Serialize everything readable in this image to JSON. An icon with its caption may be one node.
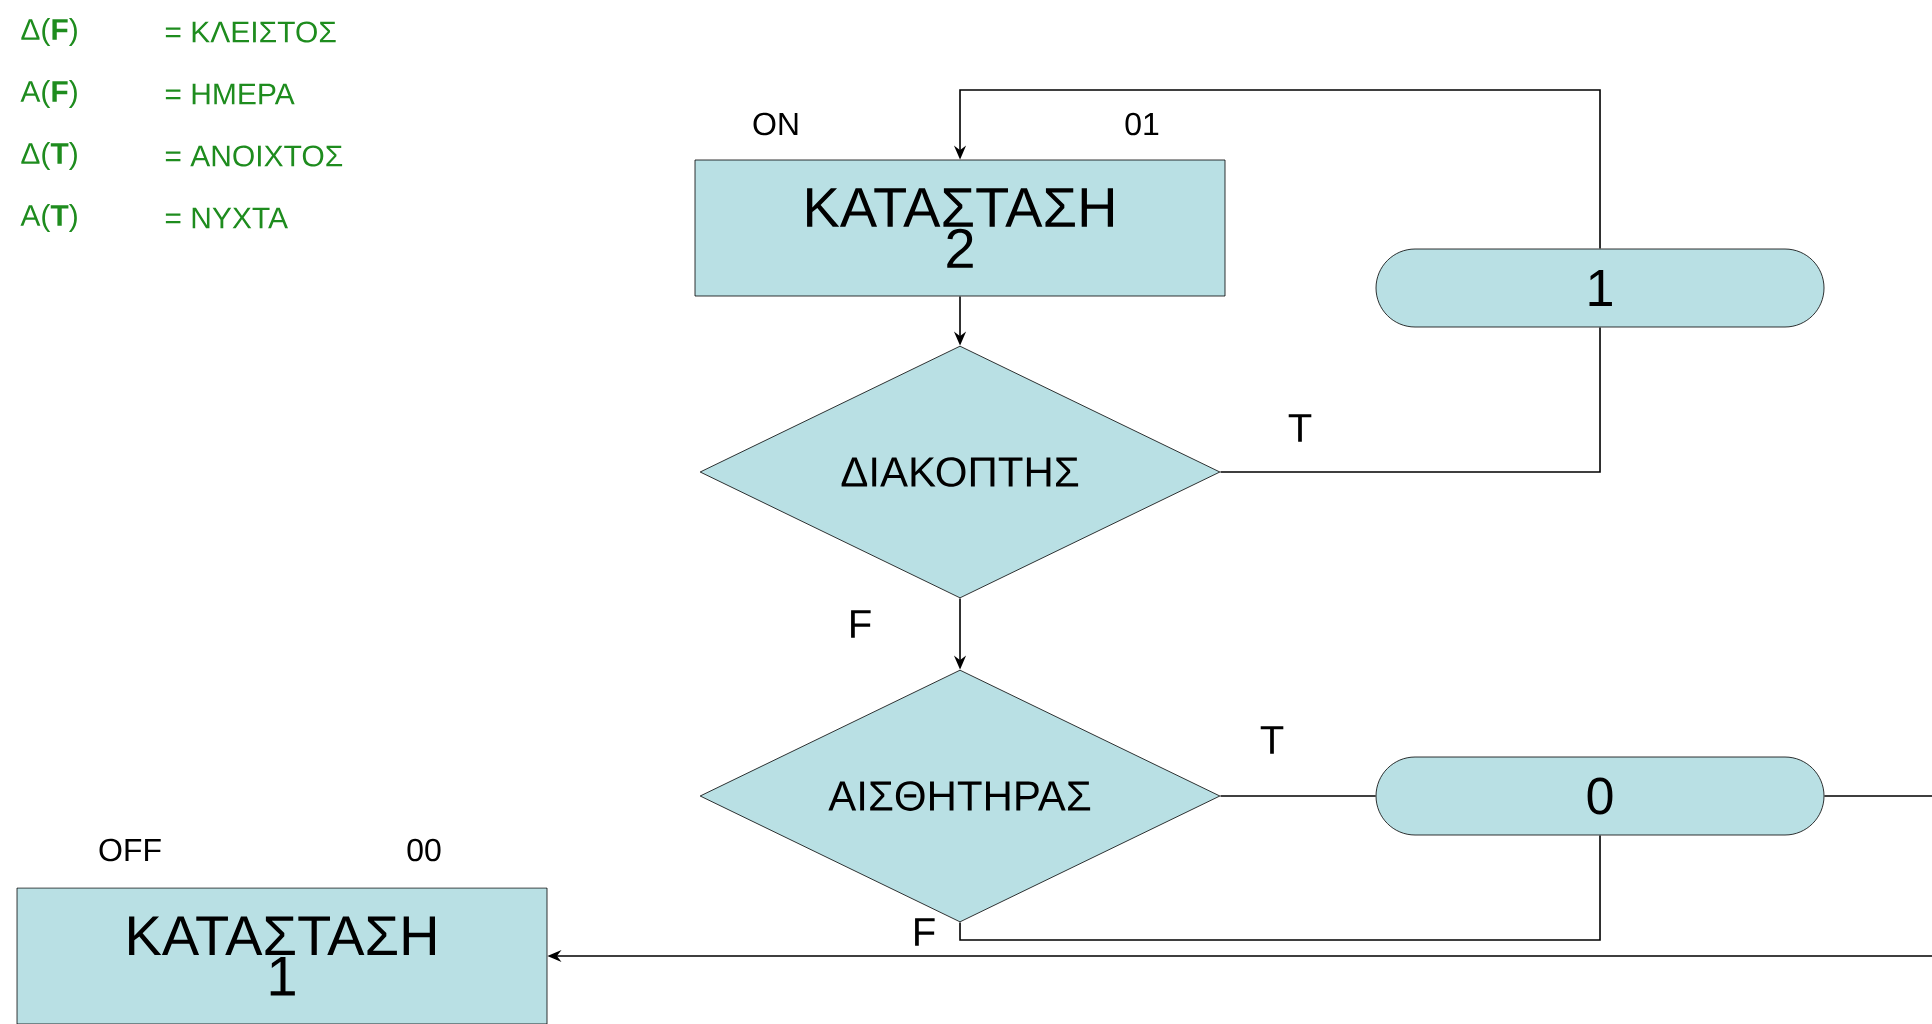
{
  "diagram": {
    "nodes": [
      {
        "text": [
          "ΚΑΤΑΣΤΑΣΗ 2"
        ],
        "beside": [
          "ON",
          "01"
        ]
      },
      {
        "text": [
          "ΔΙΑΚΟΠΤΗΣ"
        ]
      },
      {
        "text": [
          "1"
        ]
      },
      {
        "text": [
          "ΑΙΣΘΗΤΗΡΑΣ"
        ]
      },
      {
        "text": [
          "0"
        ]
      },
      {
        "text": [
          "ΚΑΤΑΣΤΑΣΗ 1"
        ],
        "beside": [
          "OFF",
          "00"
        ]
      }
    ],
    "edges": [
      {
        "from": 0,
        "to": 1,
        "arrow": "to"
      },
      {
        "from": 1,
        "to": 2,
        "arrow": "none",
        "label": "T"
      },
      {
        "from": 2,
        "to": 0,
        "arrow": "to"
      },
      {
        "from": 1,
        "to": 3,
        "arrow": "to",
        "label": "F"
      },
      {
        "from": 3,
        "to": 4,
        "arrow": "none",
        "label": "T"
      },
      {
        "from": 3,
        "to": 4,
        "arrow": "none",
        "label": "F"
      },
      {
        "from": 4,
        "to": 5,
        "arrow": "to"
      }
    ],
    "labels": [
      "Δ(**F**)",
      "= ΚΛΕΙΣΤΟΣ",
      "Α(**F**)",
      "= ΗΜΕΡΑ",
      "Δ(**T**)",
      "= ΑΝΟΙΧΤΟΣ",
      "Α(**T**)",
      "= ΝΥΧΤΑ"
    ]
  }
}
